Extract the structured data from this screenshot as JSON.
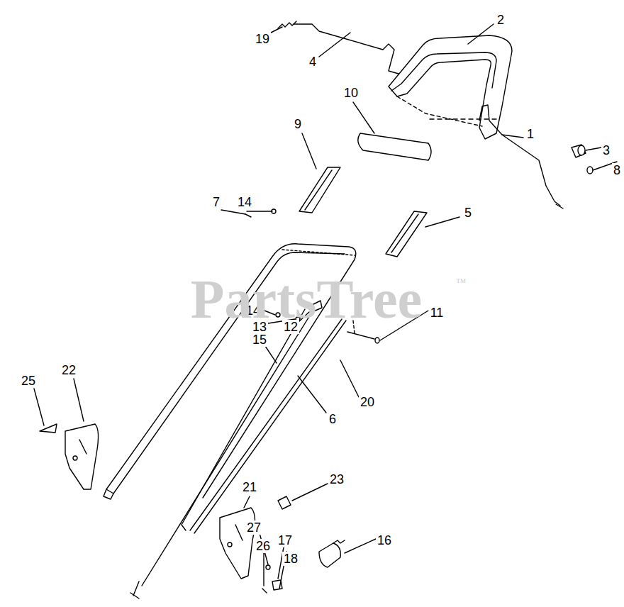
{
  "diagram": {
    "labels": [
      "19",
      "2",
      "4",
      "10",
      "9",
      "1",
      "3",
      "8",
      "7",
      "14",
      "5",
      "14",
      "13",
      "12",
      "11",
      "15",
      "25",
      "22",
      "6",
      "20",
      "21",
      "23",
      "27",
      "26",
      "17",
      "16",
      "18",
      "PartsTree",
      "™"
    ]
  }
}
